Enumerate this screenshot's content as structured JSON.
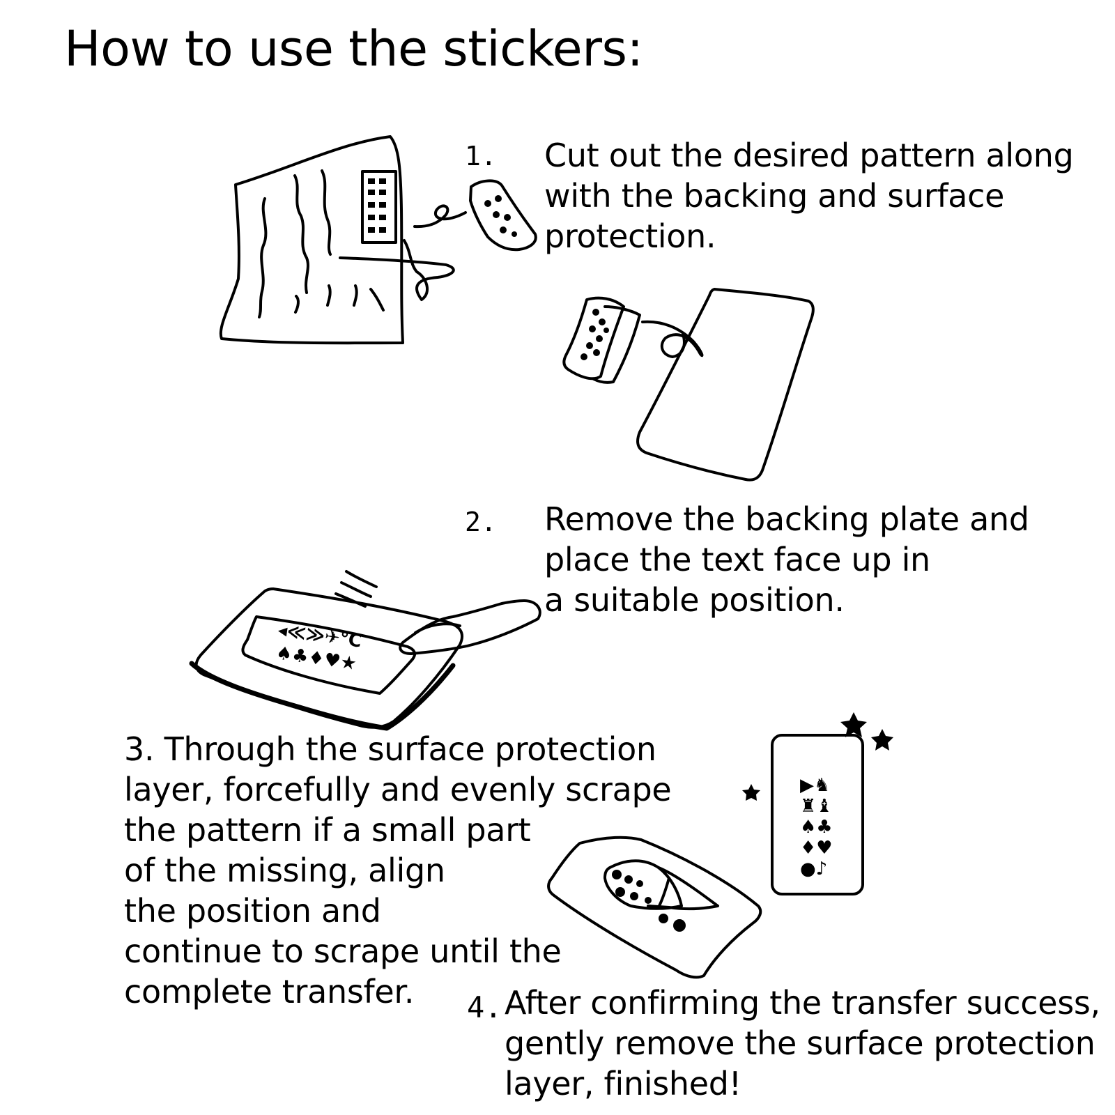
{
  "title": "How to use the stickers:",
  "steps": [
    {
      "number": "1.",
      "lines": [
        "Cut out the desired pattern along",
        "with the backing and surface",
        "protection."
      ]
    },
    {
      "number": "2.",
      "lines": [
        "Remove the backing plate and",
        "place the text face up in",
        "a suitable position."
      ]
    },
    {
      "number": "3.",
      "lines": [
        "Through the surface protection",
        "layer, forcefully and evenly scrape",
        "the pattern if a small part",
        "of the missing, align",
        "the position and",
        "continue to scrape until the",
        "complete transfer."
      ]
    },
    {
      "number": "4.",
      "lines": [
        "After confirming the transfer success,",
        "gently remove the surface protection",
        "layer, finished!"
      ]
    }
  ],
  "illustrations": [
    "scissors-cutting-sheet-illustration",
    "peeling-backing-illustration",
    "placing-sticker-illustration",
    "finished-transfer-illustration"
  ]
}
